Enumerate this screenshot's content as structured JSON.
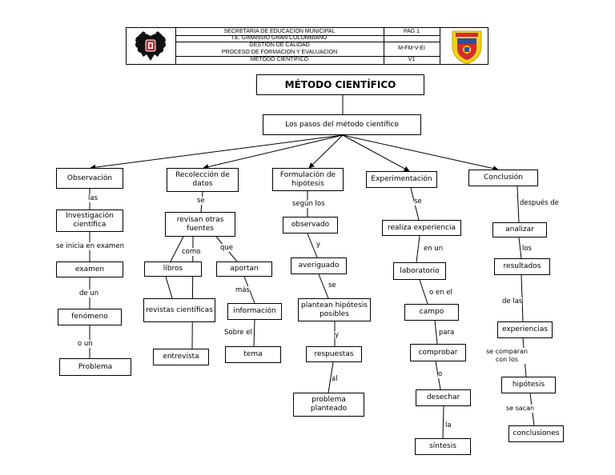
{
  "header": {
    "institution_lines": [
      "SECRETARIA DE EDUCACION MUNICIPAL",
      "I.E. GIMANSIO GRAN COLOMBIANO",
      "GESTION DE CALIDAD",
      "PROCESO DE FORMACION Y EVALUACION",
      "METODO CIENTÍFICO"
    ],
    "codes": [
      "PAG 1",
      "M-FM-V-EI",
      "V1"
    ],
    "left_logo_icon": "double-headed-eagle-crest-icon",
    "right_logo_icon": "school-shield-crest-icon",
    "colors": {
      "eagle": "#111111",
      "crest_red": "#c0262d",
      "shield_yellow": "#f2d21b",
      "shield_blue": "#2a4fa3",
      "shield_red": "#d42b2b"
    }
  },
  "diagram": {
    "title": "MÉTODO CIENTÍFICO",
    "subtitle": "Los pasos del método científico",
    "branches": [
      {
        "head": "Observación",
        "items": [
          "las",
          "Investigación científica",
          "se inicia en examen",
          "examen",
          "de un",
          "fenómeno",
          "o un",
          "Problema"
        ]
      },
      {
        "head": "Recolección de datos",
        "items": [
          "se",
          "revisan otras fuentes",
          "como",
          "que",
          "libros",
          "revistas científicas",
          "entrevista",
          "aportan",
          "más",
          "información",
          "Sobre el",
          "tema"
        ]
      },
      {
        "head": "Formulación de hipótesis",
        "items": [
          "según los",
          "observado",
          "y",
          "averiguado",
          "se",
          "plantean hipótesis posibles",
          "y",
          "respuestas",
          "al",
          "problema planteado"
        ]
      },
      {
        "head": "Experimentación",
        "items": [
          "se",
          "realiza experiencia",
          "en un",
          "laboratorio",
          "o en el",
          "campo",
          "para",
          "comprobar",
          "o",
          "desechar",
          "la",
          "síntesis"
        ]
      },
      {
        "head": "Conclusión",
        "items": [
          "después de",
          "analizar",
          "los",
          "resultados",
          "de las",
          "experiencias",
          "se comparan con los",
          "hipótesis",
          "se sacan",
          "conclusiones"
        ]
      }
    ]
  }
}
